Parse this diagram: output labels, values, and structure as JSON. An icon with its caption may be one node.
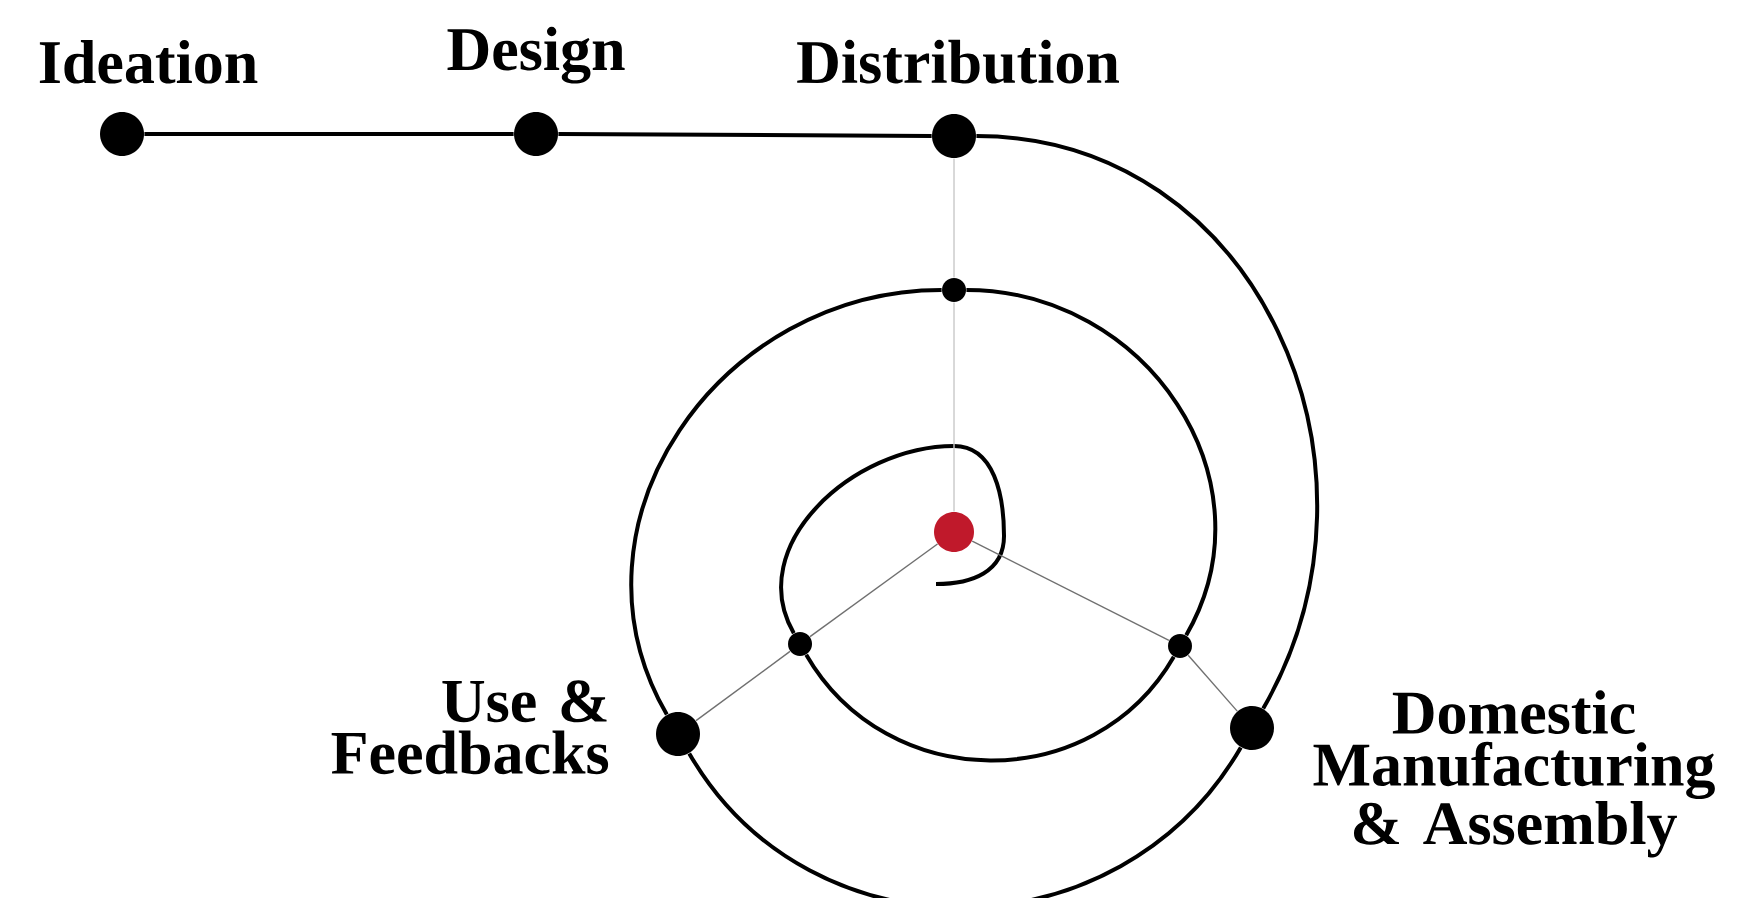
{
  "diagram": {
    "nodes": [
      {
        "text": [],
        "shape": "circle",
        "beside": [
          "Ideation"
        ]
      },
      {
        "text": [],
        "shape": "circle",
        "beside": [
          "Design"
        ]
      },
      {
        "text": [],
        "shape": "circle",
        "beside": [
          "Distribution"
        ]
      },
      {
        "text": [],
        "shape": "circle",
        "beside": [
          "Domestic Manufacturing & Assembly"
        ]
      },
      {
        "text": [],
        "shape": "circle",
        "beside": [
          "Use & Feedbacks"
        ]
      },
      {
        "text": [],
        "shape": "circle"
      },
      {
        "text": [],
        "shape": "circle"
      },
      {
        "text": [],
        "shape": "circle"
      },
      {
        "text": [],
        "shape": "circle"
      }
    ],
    "edges": [
      {
        "from": 0,
        "to": 1,
        "arrow": "none"
      },
      {
        "from": 1,
        "to": 2,
        "arrow": "none"
      },
      {
        "from": 2,
        "to": 3,
        "arrow": "none"
      },
      {
        "from": 3,
        "to": 4,
        "arrow": "none"
      },
      {
        "from": 4,
        "to": 5,
        "arrow": "none"
      },
      {
        "from": 5,
        "to": 6,
        "arrow": "none"
      },
      {
        "from": 6,
        "to": 7,
        "arrow": "none"
      },
      {
        "from": 7,
        "to": null,
        "arrow": "none"
      },
      {
        "from": 2,
        "to": 5,
        "arrow": "none",
        "color": "#c8c8c8"
      },
      {
        "from": 5,
        "to": 8,
        "arrow": "none",
        "color": "#c8c8c8"
      },
      {
        "from": 3,
        "to": 6,
        "arrow": "none",
        "color": "#707070"
      },
      {
        "from": 6,
        "to": 8,
        "arrow": "none",
        "color": "#707070"
      },
      {
        "from": 4,
        "to": 7,
        "arrow": "none",
        "color": "#707070"
      },
      {
        "from": 7,
        "to": 8,
        "arrow": "none",
        "color": "#707070"
      }
    ]
  }
}
